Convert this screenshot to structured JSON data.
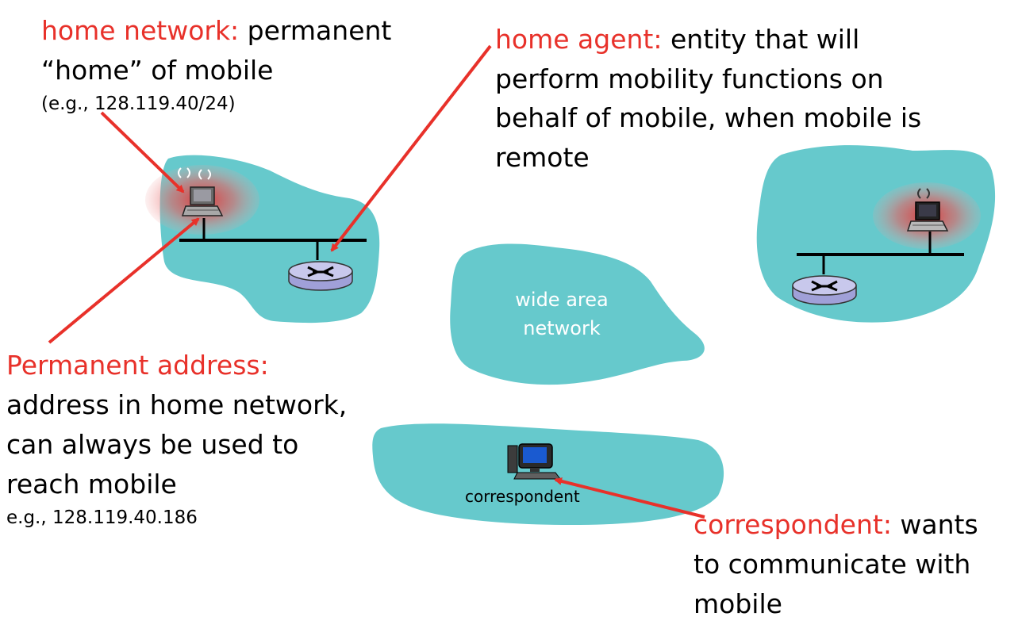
{
  "colors": {
    "term": "#e8312a",
    "cloud": "#66c9cc",
    "arrow": "#e8312a",
    "glow": "#e84040",
    "router_body": "#c8c8ec"
  },
  "home_network": {
    "term": "home network:",
    "text1": " permanent",
    "text2": "“home” of mobile",
    "example": "(e.g., 128.119.40/24)"
  },
  "home_agent": {
    "term": "home agent:",
    "text1": " entity that will",
    "text2": "perform mobility functions on",
    "text3": "behalf of mobile, when mobile is",
    "text4": "remote"
  },
  "permanent_address": {
    "term": "Permanent address:",
    "text1": "address in home network,",
    "text2": "can always be used to",
    "text3": "reach mobile",
    "example": "e.g., 128.119.40.186"
  },
  "correspondent": {
    "term": "correspondent:",
    "text1": " wants",
    "text2": "to communicate with",
    "text3": "mobile",
    "node_label": "correspondent"
  },
  "wan": {
    "line1": "wide area",
    "line2": "network"
  },
  "icons": [
    "laptop-icon",
    "router-icon",
    "desktop-computer-icon",
    "wireless-signal-icon"
  ]
}
